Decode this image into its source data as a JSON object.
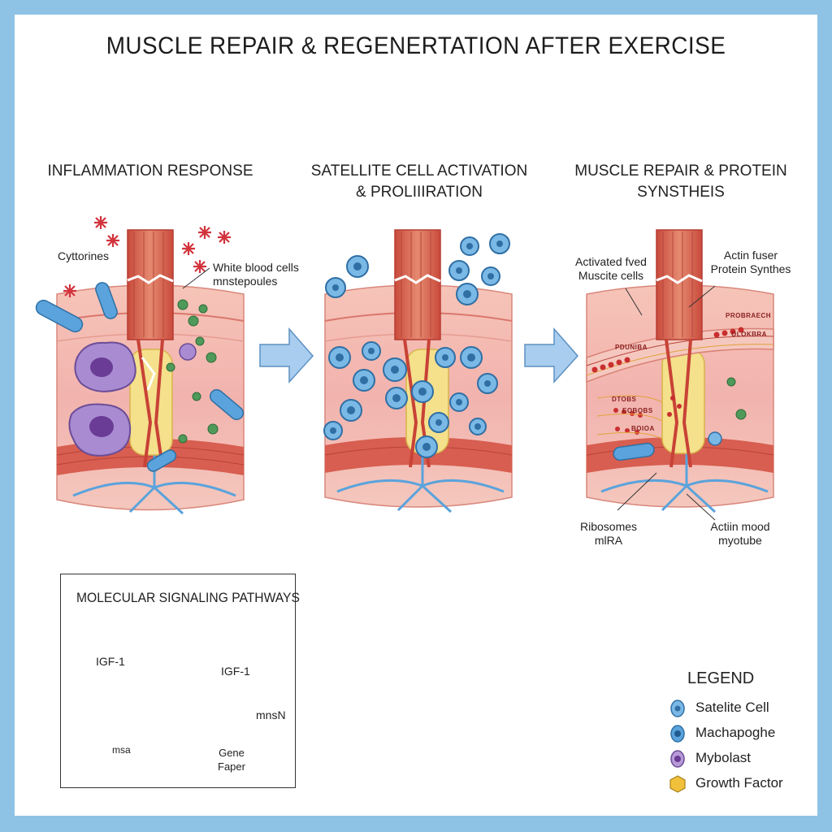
{
  "title": "MUSCLE REPAIR & REGENERTATION AFTER EXERCISE",
  "panels": [
    {
      "title_lines": [
        "INFLAMMATION RESPONSE"
      ],
      "labels": {
        "cytokines": "Cyttorines",
        "wbc_line1": "White blood cells",
        "wbc_line2": "mnstepoules"
      }
    },
    {
      "title_lines": [
        "SATELLITE CELL ACTIVATION",
        "& PROLIIIRATION"
      ]
    },
    {
      "title_lines": [
        "MUSCLE REPAIR & PROTEIN",
        "SYNSTHEIS"
      ],
      "labels": {
        "activated_line1": "Activated fved",
        "activated_line2": "Muscite cells",
        "actin_line1": "Actin fuser",
        "actin_line2": "Protein Synthes",
        "ribosomes_line1": "Ribosomes",
        "ribosomes_line2": "mlRA",
        "myotube_line1": "Actiin mood",
        "myotube_line2": "myotube",
        "band1": "PROBRAECH",
        "band2": "PDUNIBA",
        "band3": "OLOKBRA",
        "band4": "DTOBS",
        "band5": "EOBOBS",
        "band6": "BOIOA"
      }
    }
  ],
  "signaling": {
    "title": "MOLECULAR SIGNALING PATHWAYS",
    "igf_left": "IGF-1",
    "igf_right": "IGF-1",
    "mnsn": "mnsN",
    "msa": "msa",
    "gene_line1": "Gene",
    "gene_line2": "Faper"
  },
  "legend": {
    "title": "LEGEND",
    "items": [
      {
        "label": "Satelite Cell",
        "color": "#5aa3dc"
      },
      {
        "label": "Machapoghe",
        "color": "#3d86c8"
      },
      {
        "label": "Mybolast",
        "color": "#9a6cc0"
      },
      {
        "label": "Growth Factor",
        "color": "#f2c13c"
      }
    ]
  }
}
